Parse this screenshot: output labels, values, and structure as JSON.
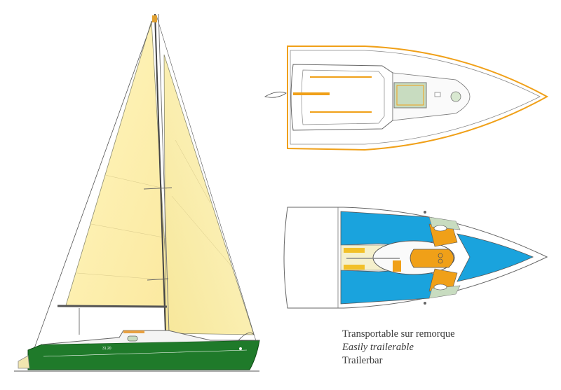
{
  "caption": {
    "line_fr": "Transportable sur remorque",
    "line_en": "Easily trailerable",
    "line_de": "Trailerbar"
  },
  "hull": {
    "name_mark": "31.20"
  },
  "colors": {
    "sail_yellow": "#fbf2b0",
    "hull_green": "#1f7a2a",
    "cushion_blue": "#1aa3dd",
    "accent_orange": "#f0a018",
    "hatch_green": "#c8dcc0"
  }
}
